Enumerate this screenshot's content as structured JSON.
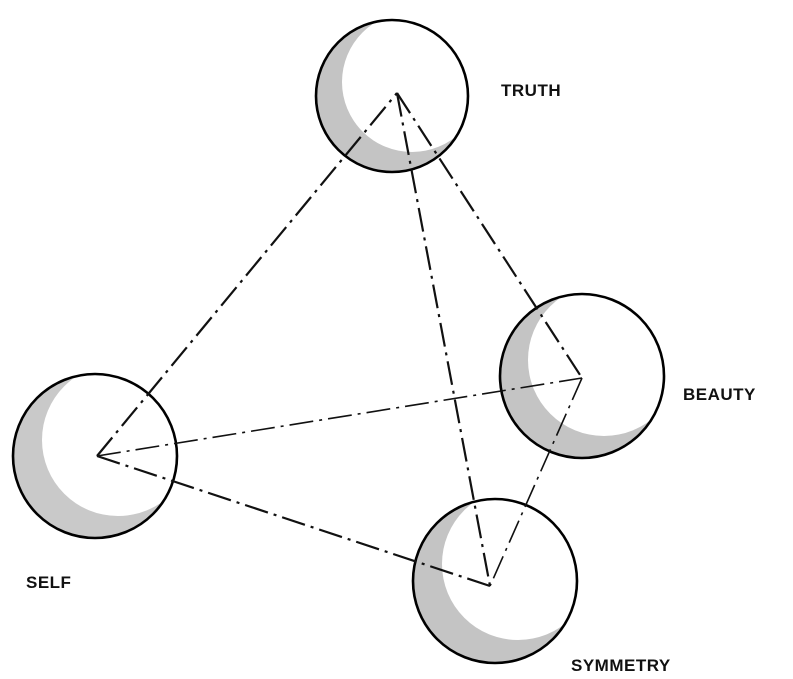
{
  "nodes": {
    "truth": {
      "label": "TRUTH"
    },
    "beauty": {
      "label": "BEAUTY"
    },
    "self": {
      "label": "SELF"
    },
    "symmetry": {
      "label": "SYMMETRY"
    }
  },
  "colors": {
    "ink": "#111111",
    "shade": "#bdbdbd",
    "background": "#ffffff"
  },
  "edges": [
    {
      "from": "self",
      "to": "truth"
    },
    {
      "from": "self",
      "to": "beauty"
    },
    {
      "from": "self",
      "to": "symmetry"
    },
    {
      "from": "truth",
      "to": "beauty"
    },
    {
      "from": "truth",
      "to": "symmetry"
    },
    {
      "from": "beauty",
      "to": "symmetry"
    }
  ]
}
